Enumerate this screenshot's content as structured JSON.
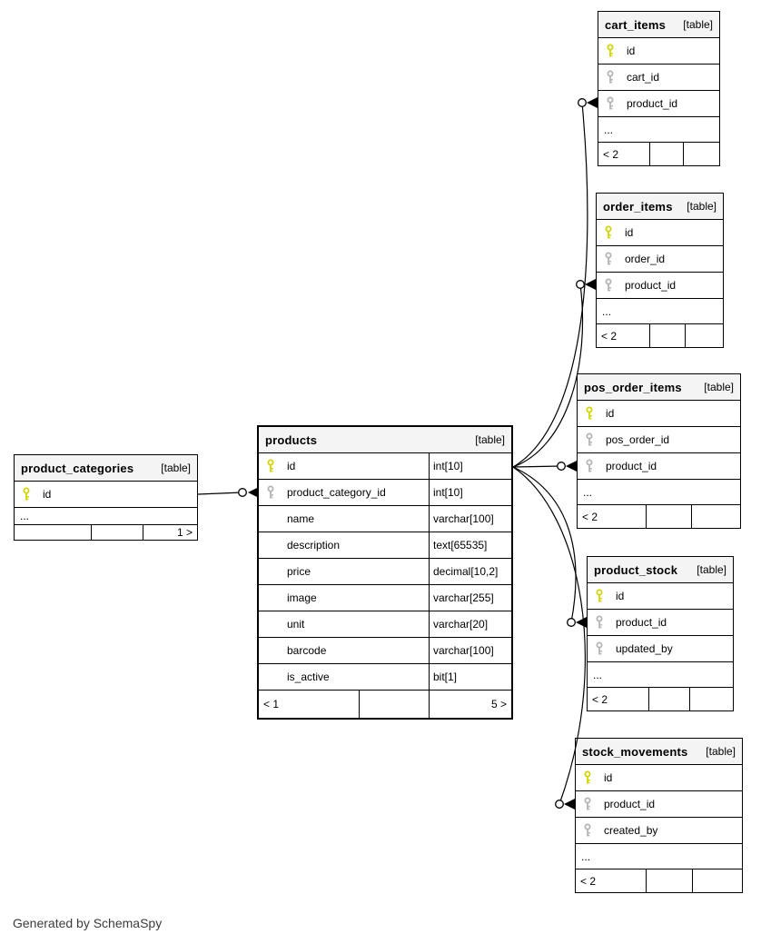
{
  "page": {
    "footer_note": "Generated by SchemaSpy"
  },
  "colors": {
    "pk_key": "#d4d400",
    "fk_key": "#b4b4b4",
    "header_bg": "#f4f4f4",
    "border": "#000000"
  },
  "tables": {
    "cart_items": {
      "name": "cart_items",
      "tag": "[table]",
      "ellipsis": "...",
      "columns": [
        {
          "label": "id",
          "key": "primary"
        },
        {
          "label": "cart_id",
          "key": "foreign"
        },
        {
          "label": "product_id",
          "key": "foreign"
        }
      ],
      "footer": {
        "left": "< 2"
      }
    },
    "order_items": {
      "name": "order_items",
      "tag": "[table]",
      "ellipsis": "...",
      "columns": [
        {
          "label": "id",
          "key": "primary"
        },
        {
          "label": "order_id",
          "key": "foreign"
        },
        {
          "label": "product_id",
          "key": "foreign"
        }
      ],
      "footer": {
        "left": "< 2"
      }
    },
    "pos_order_items": {
      "name": "pos_order_items",
      "tag": "[table]",
      "ellipsis": "...",
      "columns": [
        {
          "label": "id",
          "key": "primary"
        },
        {
          "label": "pos_order_id",
          "key": "foreign"
        },
        {
          "label": "product_id",
          "key": "foreign"
        }
      ],
      "footer": {
        "left": "< 2"
      }
    },
    "products": {
      "name": "products",
      "tag": "[table]",
      "columns": [
        {
          "label": "id",
          "type": "int[10]",
          "key": "primary"
        },
        {
          "label": "product_category_id",
          "type": "int[10]",
          "key": "foreign"
        },
        {
          "label": "name",
          "type": "varchar[100]"
        },
        {
          "label": "description",
          "type": "text[65535]"
        },
        {
          "label": "price",
          "type": "decimal[10,2]"
        },
        {
          "label": "image",
          "type": "varchar[255]"
        },
        {
          "label": "unit",
          "type": "varchar[20]"
        },
        {
          "label": "barcode",
          "type": "varchar[100]"
        },
        {
          "label": "is_active",
          "type": "bit[1]"
        }
      ],
      "footer": {
        "left": "< 1",
        "right": "5 >"
      }
    },
    "product_categories": {
      "name": "product_categories",
      "tag": "[table]",
      "ellipsis": "...",
      "columns": [
        {
          "label": "id",
          "key": "primary"
        }
      ],
      "footer": {
        "right": "1 >"
      }
    },
    "product_stock": {
      "name": "product_stock",
      "tag": "[table]",
      "ellipsis": "...",
      "columns": [
        {
          "label": "id",
          "key": "primary"
        },
        {
          "label": "product_id",
          "key": "foreign"
        },
        {
          "label": "updated_by",
          "key": "foreign"
        }
      ],
      "footer": {
        "left": "< 2"
      }
    },
    "stock_movements": {
      "name": "stock_movements",
      "tag": "[table]",
      "ellipsis": "...",
      "columns": [
        {
          "label": "id",
          "key": "primary"
        },
        {
          "label": "product_id",
          "key": "foreign"
        },
        {
          "label": "created_by",
          "key": "foreign"
        }
      ],
      "footer": {
        "left": "< 2"
      }
    }
  },
  "relationships": [
    {
      "from": "products.product_category_id",
      "to": "product_categories.id"
    },
    {
      "from": "cart_items.product_id",
      "to": "products.id"
    },
    {
      "from": "order_items.product_id",
      "to": "products.id"
    },
    {
      "from": "pos_order_items.product_id",
      "to": "products.id"
    },
    {
      "from": "product_stock.product_id",
      "to": "products.id"
    },
    {
      "from": "stock_movements.product_id",
      "to": "products.id"
    }
  ]
}
